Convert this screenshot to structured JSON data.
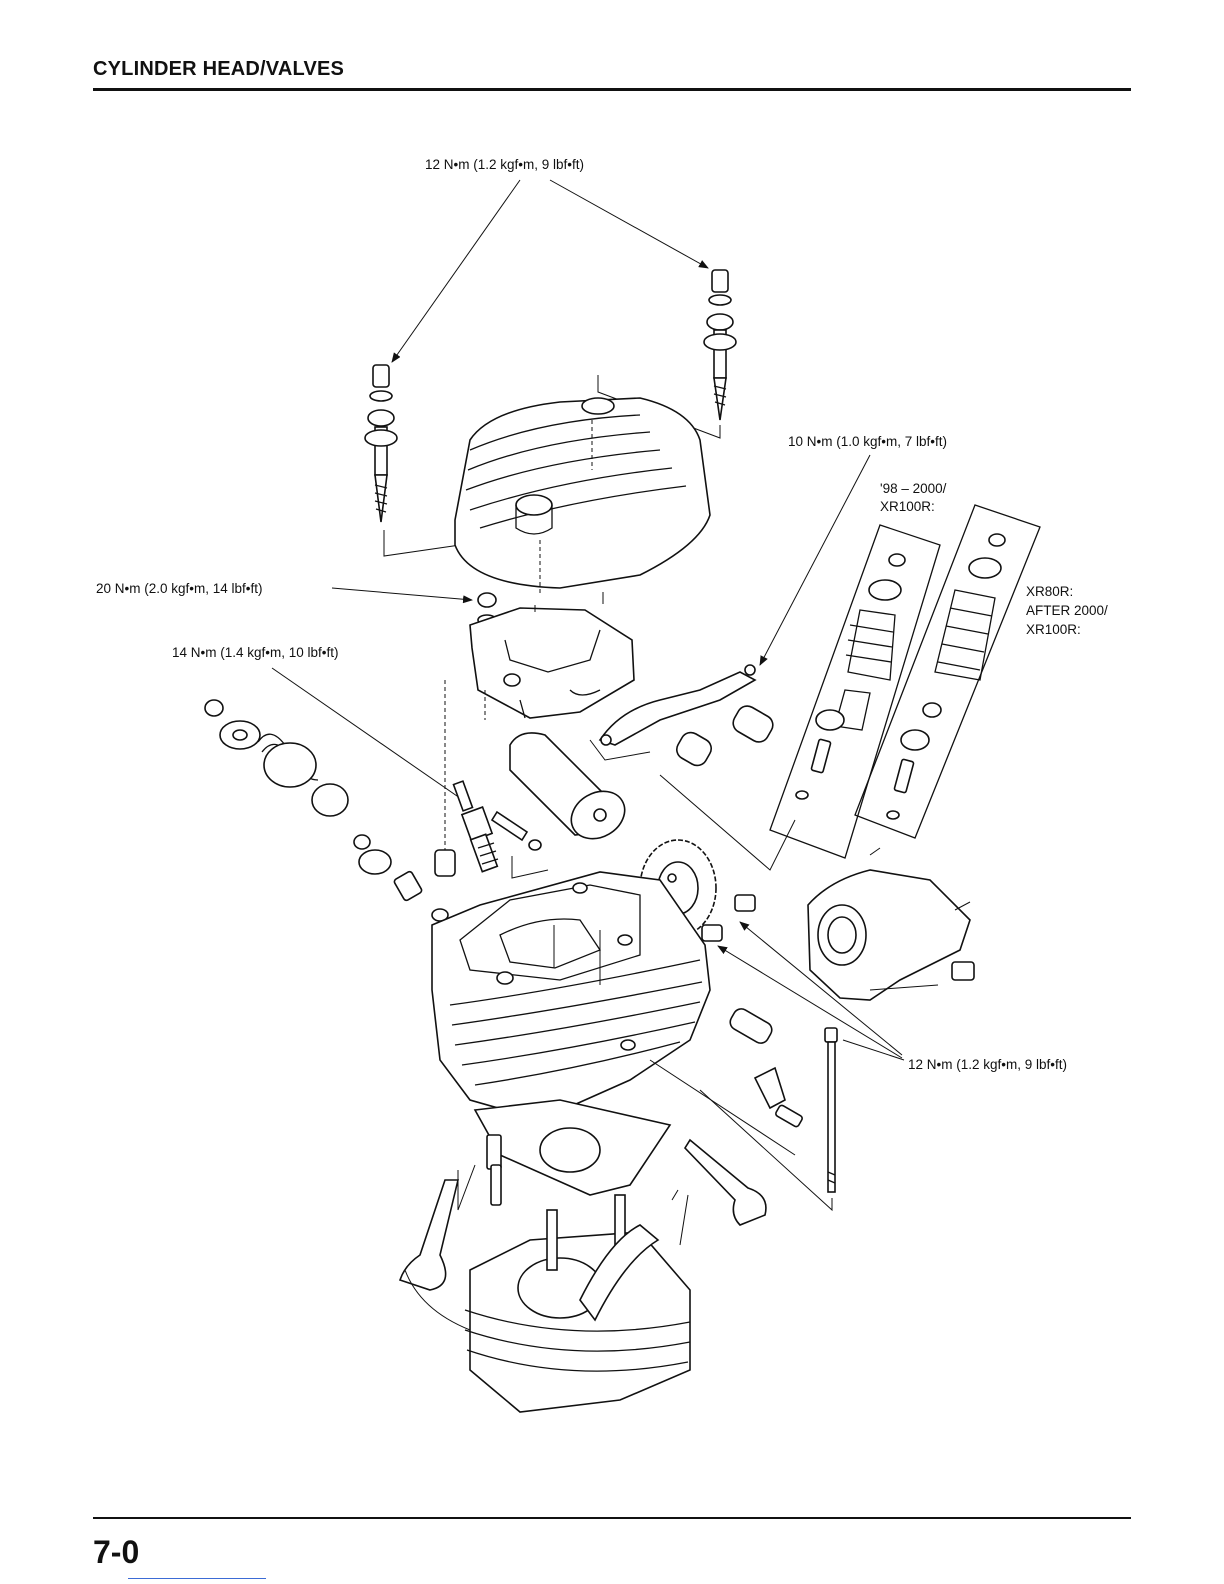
{
  "header": {
    "title": "CYLINDER HEAD/VALVES"
  },
  "footer": {
    "page_number": "7-0"
  },
  "callouts": {
    "top_bolts_torque": "12 N•m (1.2 kgf•m, 9 lbf•ft)",
    "rocker_torque": "10 N•m (1.0 kgf•m, 7 lbf•ft)",
    "nut_torque": "20 N•m (2.0 kgf•m, 14 lbf•ft)",
    "spark_plug_torque": "14 N•m (1.4 kgf•m, 10 lbf•ft)",
    "lower_bolts_torque": "12 N•m (1.2 kgf•m, 9 lbf•ft)",
    "variant_a_line1": "'98 – 2000/",
    "variant_a_line2": "XR100R:",
    "variant_b_line1": "XR80R:",
    "variant_b_line2": "AFTER 2000/",
    "variant_b_line3": "XR100R:"
  }
}
